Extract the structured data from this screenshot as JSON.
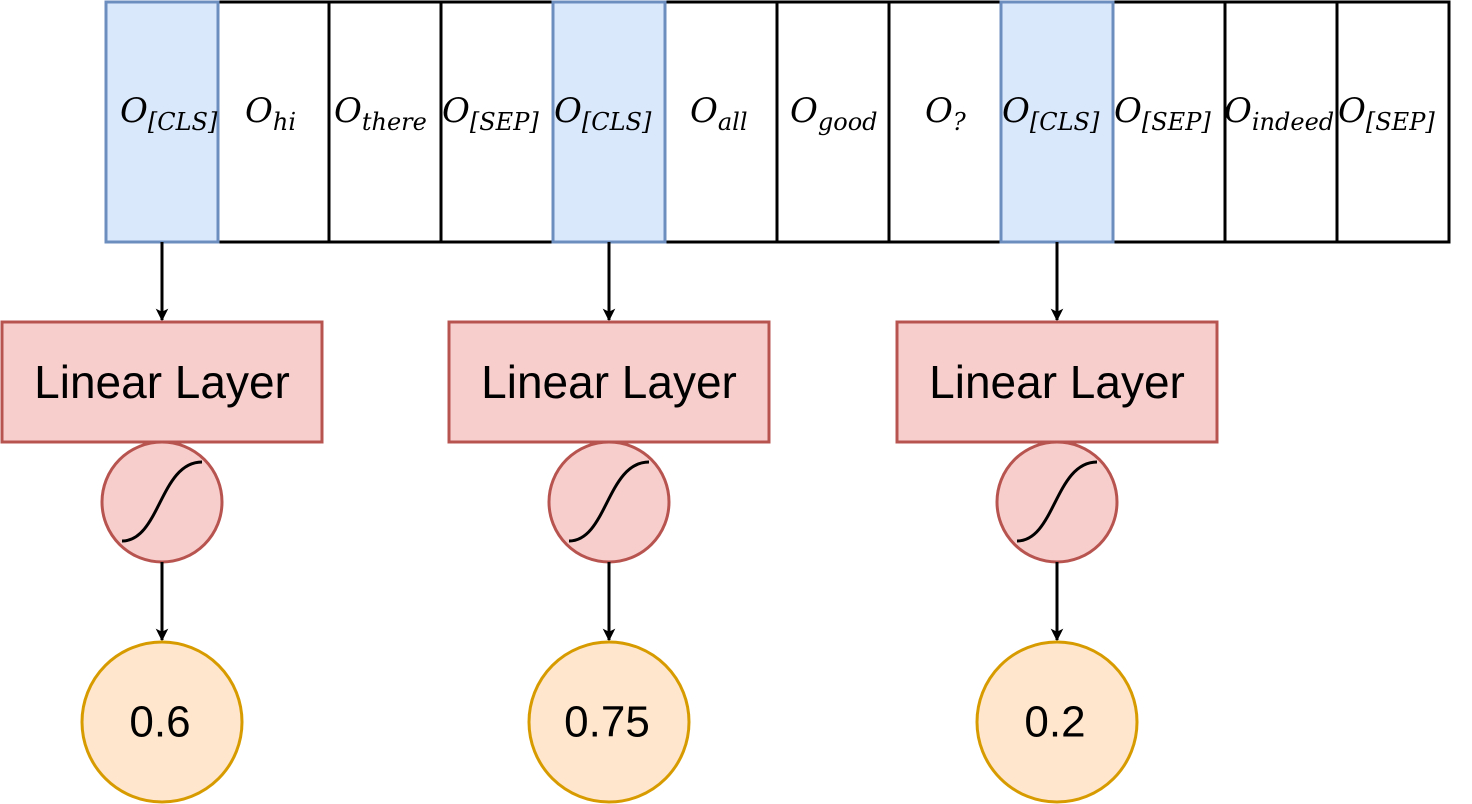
{
  "tokens": [
    {
      "base": "O",
      "sub": "[CLS]",
      "highlight": true
    },
    {
      "base": "O",
      "sub": "hi",
      "highlight": false
    },
    {
      "base": "O",
      "sub": "there",
      "highlight": false
    },
    {
      "base": "O",
      "sub": "[SEP]",
      "highlight": false
    },
    {
      "base": "O",
      "sub": "[CLS]",
      "highlight": true
    },
    {
      "base": "O",
      "sub": "all",
      "highlight": false
    },
    {
      "base": "O",
      "sub": "good",
      "highlight": false
    },
    {
      "base": "O",
      "sub": "?",
      "highlight": false
    },
    {
      "base": "O",
      "sub": "[CLS]",
      "highlight": true
    },
    {
      "base": "O",
      "sub": "[SEP]",
      "highlight": false
    },
    {
      "base": "O",
      "sub": "indeed",
      "highlight": false
    },
    {
      "base": "O",
      "sub": "[SEP]",
      "highlight": false
    }
  ],
  "heads": [
    {
      "layer_label": "Linear Layer",
      "score": "0.6"
    },
    {
      "layer_label": "Linear Layer",
      "score": "0.75"
    },
    {
      "layer_label": "Linear Layer",
      "score": "0.2"
    }
  ],
  "colors": {
    "cls_fill": "#dae8fc",
    "cls_stroke": "#6c8ebf",
    "layer_fill": "#f8cecc",
    "layer_stroke": "#b85450",
    "score_fill": "#ffe6cc",
    "score_stroke": "#d79b00"
  },
  "icons": {
    "activation": "sigmoid-icon",
    "connector": "arrow-down-icon"
  }
}
